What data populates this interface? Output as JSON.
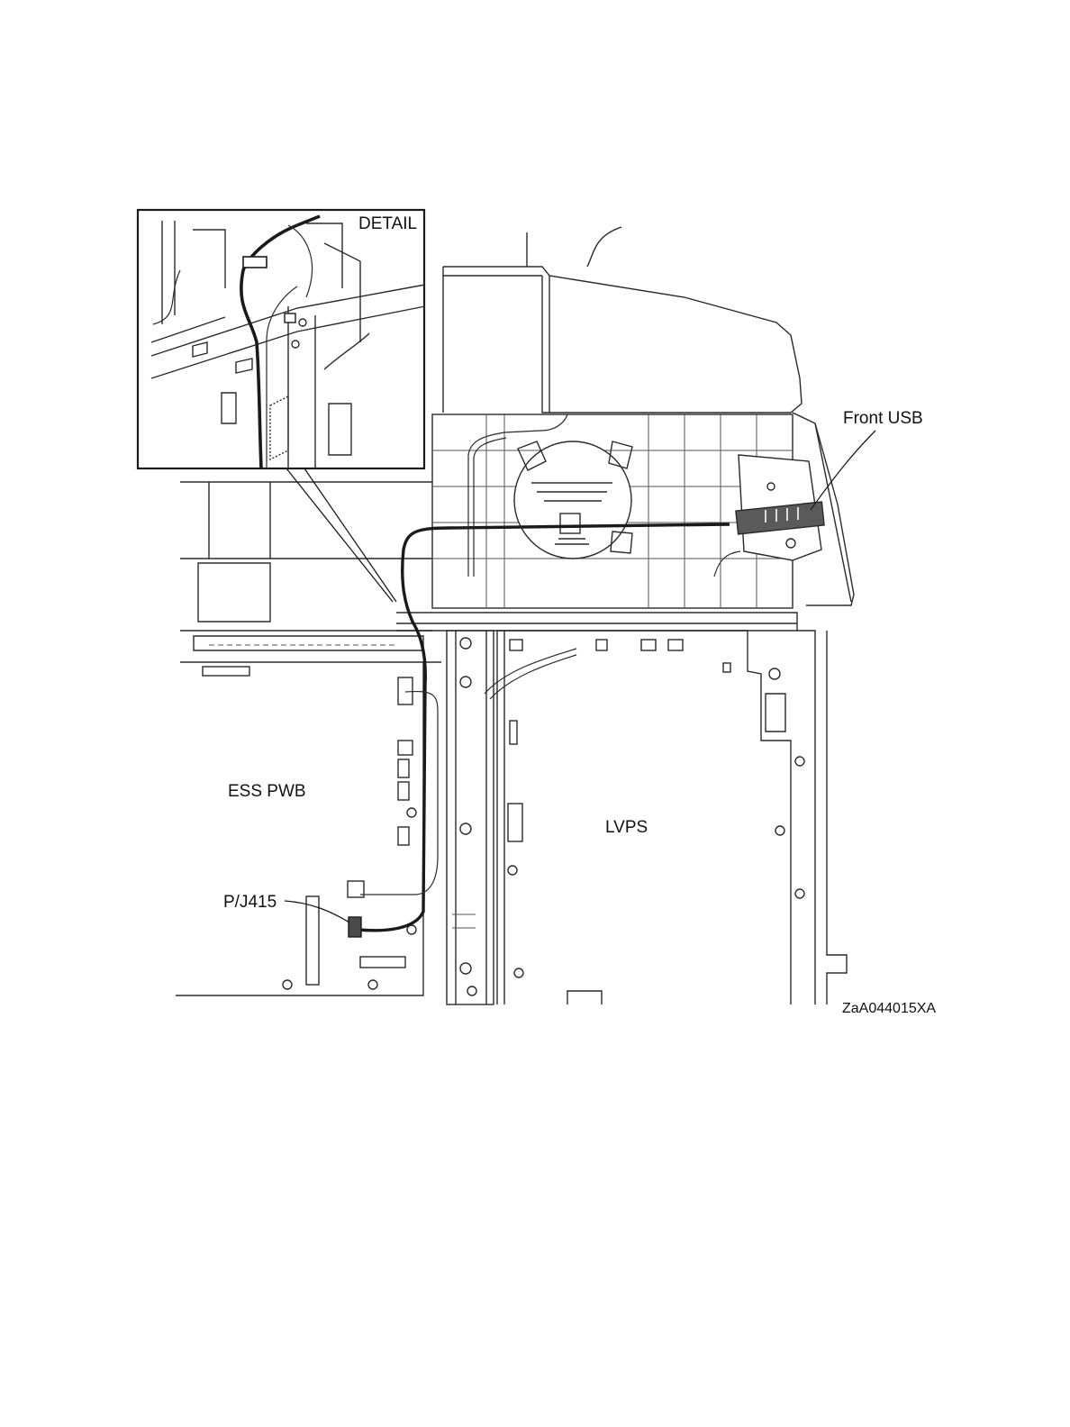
{
  "labels": {
    "detail": "DETAIL",
    "front_usb": "Front USB",
    "ess_pwb": "ESS PWB",
    "lvps": "LVPS",
    "connector": "P/J415",
    "figure_id": "ZaA044015XA"
  }
}
